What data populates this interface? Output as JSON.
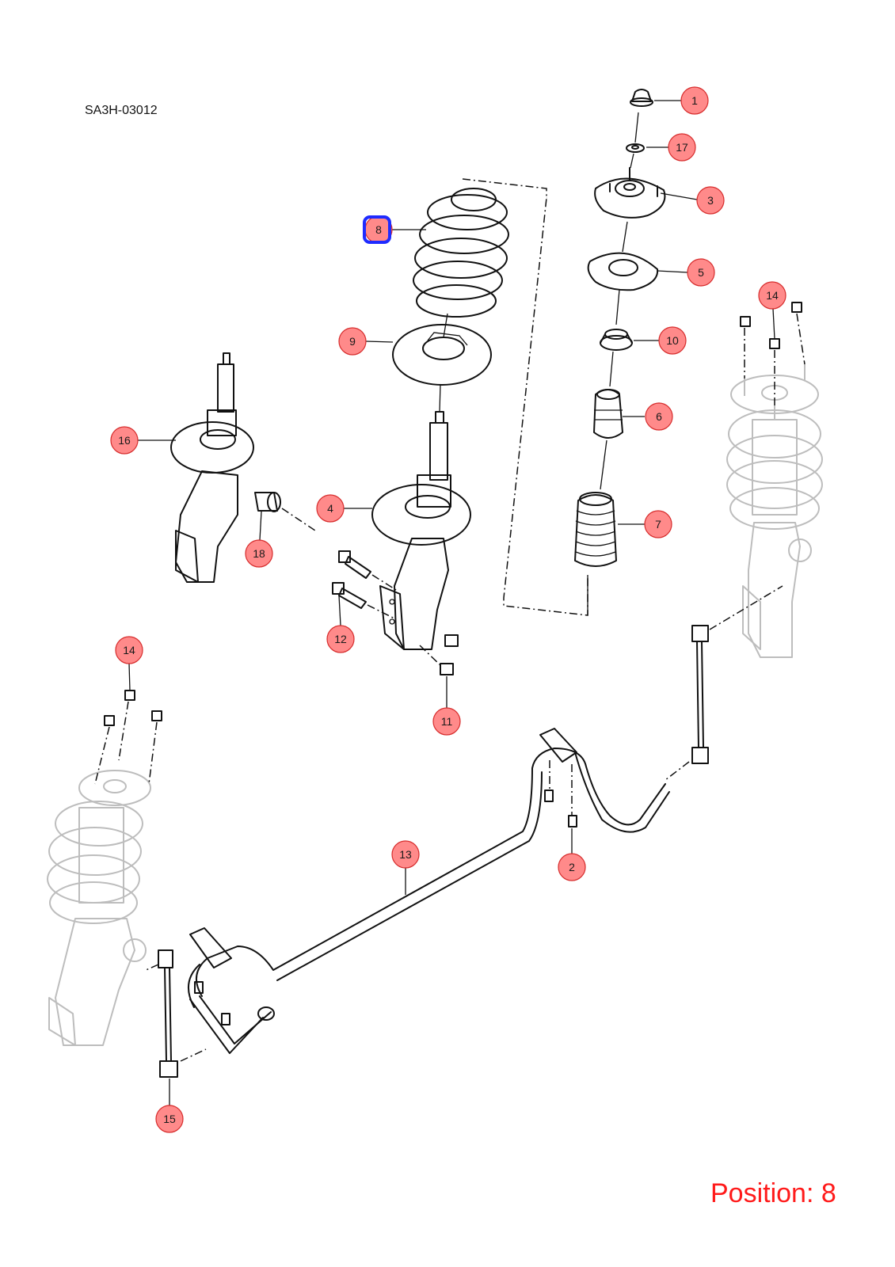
{
  "diagram_code": "SA3H-03012",
  "position_label": "Position: 8",
  "selected_callout": "8",
  "colors": {
    "callout_fill": "#ff8a8a",
    "callout_stroke": "#d62b2b",
    "selection": "#1f2bff",
    "position_text": "#ff1a1a",
    "ghost_parts": "#bdbdbd"
  },
  "callouts": [
    {
      "id": "c1",
      "label": "1"
    },
    {
      "id": "c17",
      "label": "17"
    },
    {
      "id": "c3",
      "label": "3"
    },
    {
      "id": "c8",
      "label": "8"
    },
    {
      "id": "c5",
      "label": "5"
    },
    {
      "id": "c14a",
      "label": "14"
    },
    {
      "id": "c9",
      "label": "9"
    },
    {
      "id": "c10",
      "label": "10"
    },
    {
      "id": "c6",
      "label": "6"
    },
    {
      "id": "c16",
      "label": "16"
    },
    {
      "id": "c4",
      "label": "4"
    },
    {
      "id": "c7",
      "label": "7"
    },
    {
      "id": "c18",
      "label": "18"
    },
    {
      "id": "c12",
      "label": "12"
    },
    {
      "id": "c14b",
      "label": "14"
    },
    {
      "id": "c11",
      "label": "11"
    },
    {
      "id": "c13",
      "label": "13"
    },
    {
      "id": "c2",
      "label": "2"
    },
    {
      "id": "c15",
      "label": "15"
    }
  ]
}
